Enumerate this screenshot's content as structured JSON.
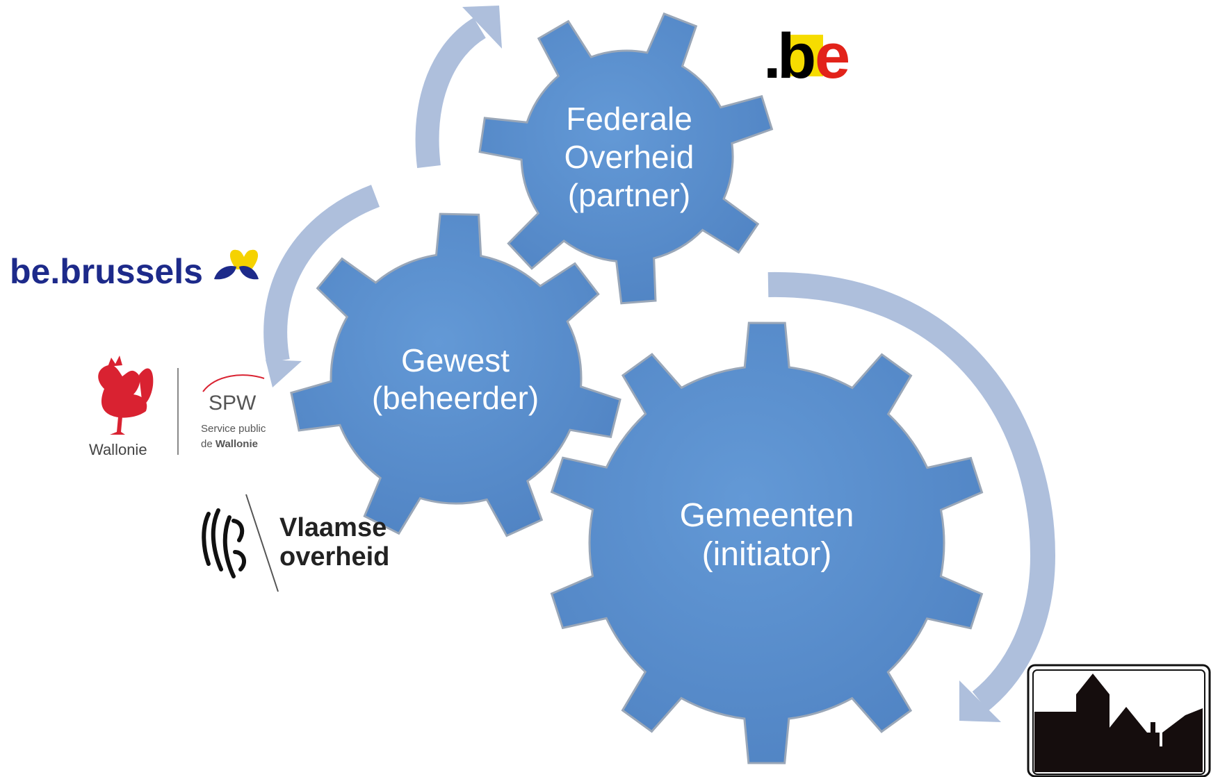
{
  "colors": {
    "gear_fill": "#5a8dcc",
    "gear_stroke": "#9aa7b8",
    "arrow": "#aebfdc",
    "brussels_blue": "#1d2a8a",
    "brussels_heart": "#f5d200",
    "be_yellow": "#f6dc00",
    "be_red": "#e2231a",
    "wallonie_red": "#d92231",
    "text_dark": "#222222"
  },
  "gears": {
    "federal": {
      "line1": "Federale",
      "line2": "Overheid",
      "line3": "(partner)"
    },
    "gewest": {
      "line1": "Gewest",
      "line2": "(beheerder)"
    },
    "gemeenten": {
      "line1": "Gemeenten",
      "line2": "(initiator)"
    }
  },
  "logos": {
    "be": {
      "dot": ".",
      "b": "b",
      "e": "e"
    },
    "brussels": {
      "text": "be.brussels"
    },
    "wallonie": {
      "name": "Wallonie",
      "spw": "SPW",
      "sub1": "Service public",
      "sub2_prefix": "de ",
      "sub2_bold": "Wallonie"
    },
    "vlaams": {
      "line1": "Vlaamse",
      "line2": "overheid"
    },
    "city_sign": {
      "icon": "city-skyline-icon"
    }
  }
}
